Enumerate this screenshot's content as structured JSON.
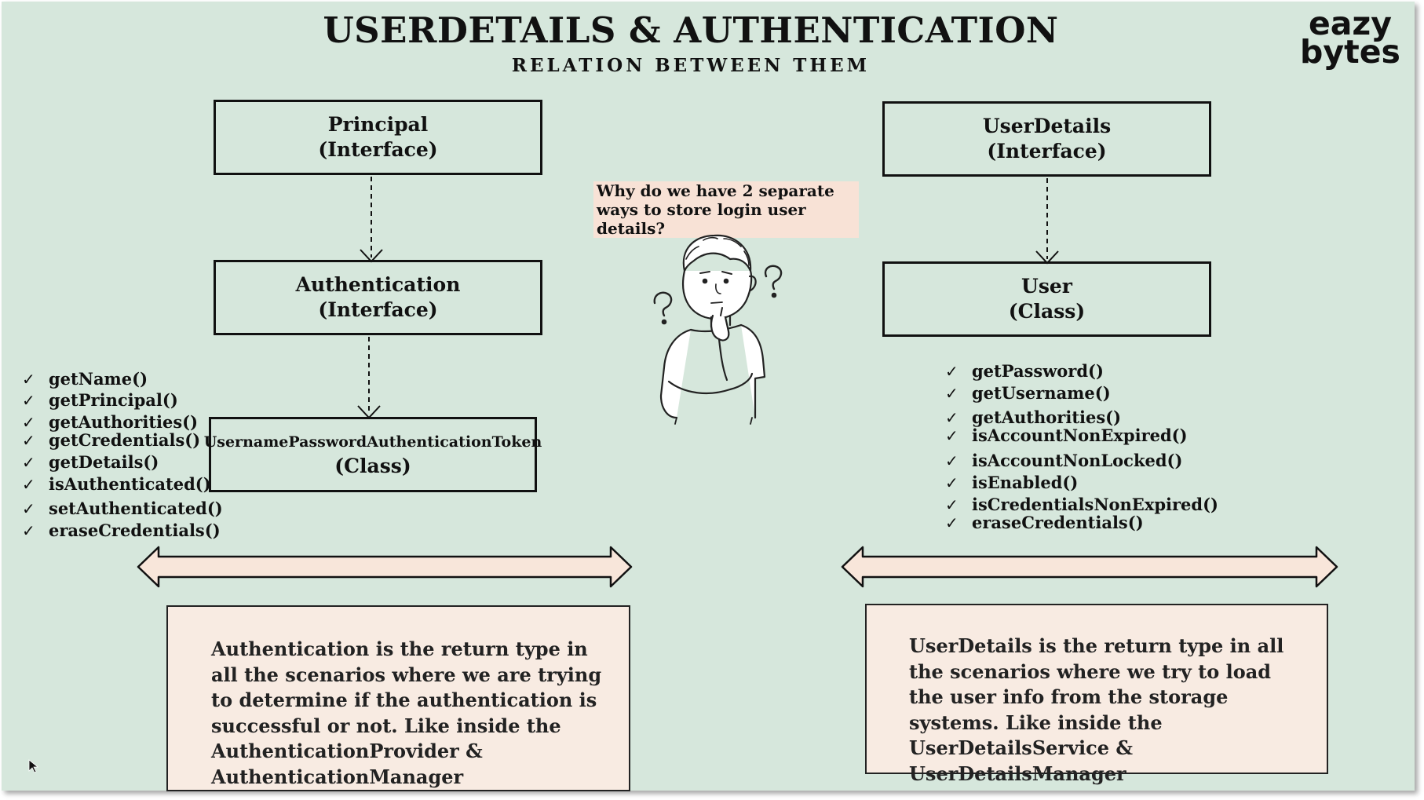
{
  "title": "USERDETAILS & AUTHENTICATION",
  "subtitle": "RELATION BETWEEN THEM",
  "logo": {
    "line1": "eazy",
    "line2": "bytes"
  },
  "left": {
    "principal": {
      "name": "Principal",
      "kind": "(Interface)"
    },
    "authentication": {
      "name": "Authentication",
      "kind": "(Interface)"
    },
    "token": {
      "name": "UsernamePasswordAuthenticationToken",
      "kind": "(Class)"
    },
    "methods": [
      "getName()",
      "getPrincipal()",
      "getAuthorities()",
      "getCredentials()",
      "getDetails()",
      "isAuthenticated()",
      "setAuthenticated()",
      "eraseCredentials()"
    ],
    "note": "Authentication is the return type in all the scenarios where we are trying to determine if  the authentication is successful or not. Like inside the AuthenticationProvider & AuthenticationManager"
  },
  "right": {
    "userdetails": {
      "name": "UserDetails",
      "kind": "(Interface)"
    },
    "user": {
      "name": "User",
      "kind": "(Class)"
    },
    "methods": [
      "getPassword()",
      "getUsername()",
      "getAuthorities()",
      "isAccountNonExpired()",
      "isAccountNonLocked()",
      "isEnabled()",
      "isCredentialsNonExpired()",
      "eraseCredentials()"
    ],
    "note": "UserDetails is the return type in all the scenarios where we try to load the user info from the storage systems. Like inside the UserDetailsService & UserDetailsManager"
  },
  "question": "Why do we have 2 separate ways to store login user details?",
  "check_icon": "check-icon",
  "colors": {
    "background": "#d6e7dc",
    "note_fill": "#f8ebe2",
    "arrow_fill": "#f8e6da",
    "question_fill": "#f8e2d6",
    "ink": "#111111"
  }
}
